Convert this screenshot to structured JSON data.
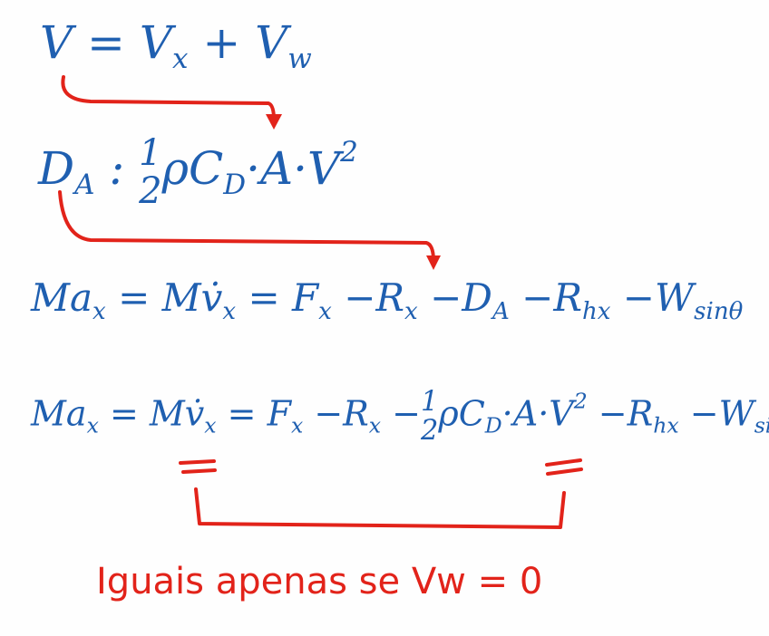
{
  "colors": {
    "ink_blue": "#1f5fb0",
    "ink_red": "#e2231a",
    "paper": "#fefefe"
  },
  "eq_velocity": {
    "lhs": "V",
    "eq": "=",
    "t1": "V",
    "t1_sub": "x",
    "plus": "+",
    "t2": "V",
    "t2_sub": "w"
  },
  "eq_drag": {
    "lhs": "D",
    "lhs_sub": "A",
    "eq": ":",
    "frac_num": "1",
    "frac_den": "2",
    "body": "ρC",
    "body_sub": "D",
    "rest": "·A·V",
    "rest_sup": "2"
  },
  "eq_motion": {
    "lhs": "Ma",
    "lhs_sub": "x",
    "eq1": "=",
    "mid": "Mv̇",
    "mid_sub": "x",
    "eq2": "=",
    "f": "F",
    "f_sub": "x",
    "r": "−R",
    "r_sub": "x",
    "d": "−D",
    "d_sub": "A",
    "rh": "−R",
    "rh_sub": "hx",
    "w": "−W",
    "w_sub": "sinθ"
  },
  "eq_motion_expanded": {
    "lhs": "Ma",
    "lhs_sub": "x",
    "eq1": "=",
    "mid": "Mv̇",
    "mid_sub": "x",
    "eq2": "=",
    "f": "F",
    "f_sub": "x",
    "r": "−R",
    "r_sub": "x",
    "minus": "−",
    "frac_num": "1",
    "frac_den": "2",
    "body": "ρC",
    "body_sub": "D",
    "rest": "·A·V",
    "rest_sup": "2",
    "rh": "−R",
    "rh_sub": "hx",
    "w": "−W",
    "w_sub": "sinθ"
  },
  "note": "Iguais apenas se Vw = 0"
}
